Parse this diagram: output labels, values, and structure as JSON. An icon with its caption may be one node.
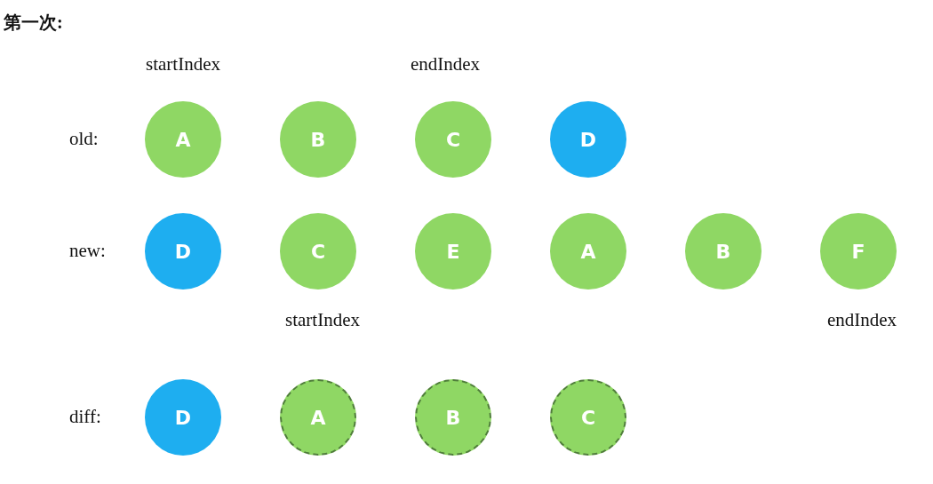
{
  "diagram": {
    "title": "第一次:",
    "nodes": [
      {
        "text": [
          "A"
        ]
      },
      {
        "text": [
          "B"
        ]
      },
      {
        "text": [
          "C"
        ]
      },
      {
        "text": [
          "D"
        ]
      },
      {
        "text": [
          "D"
        ]
      },
      {
        "text": [
          "C"
        ]
      },
      {
        "text": [
          "E"
        ]
      },
      {
        "text": [
          "A"
        ]
      },
      {
        "text": [
          "B"
        ]
      },
      {
        "text": [
          "F"
        ]
      },
      {
        "text": [
          "D"
        ]
      },
      {
        "text": [
          "A"
        ]
      },
      {
        "text": [
          "B"
        ]
      },
      {
        "text": [
          "C"
        ]
      }
    ],
    "labels": [
      "startIndex",
      "endIndex",
      "old:",
      "new:",
      "startIndex",
      "endIndex",
      "diff:"
    ]
  }
}
